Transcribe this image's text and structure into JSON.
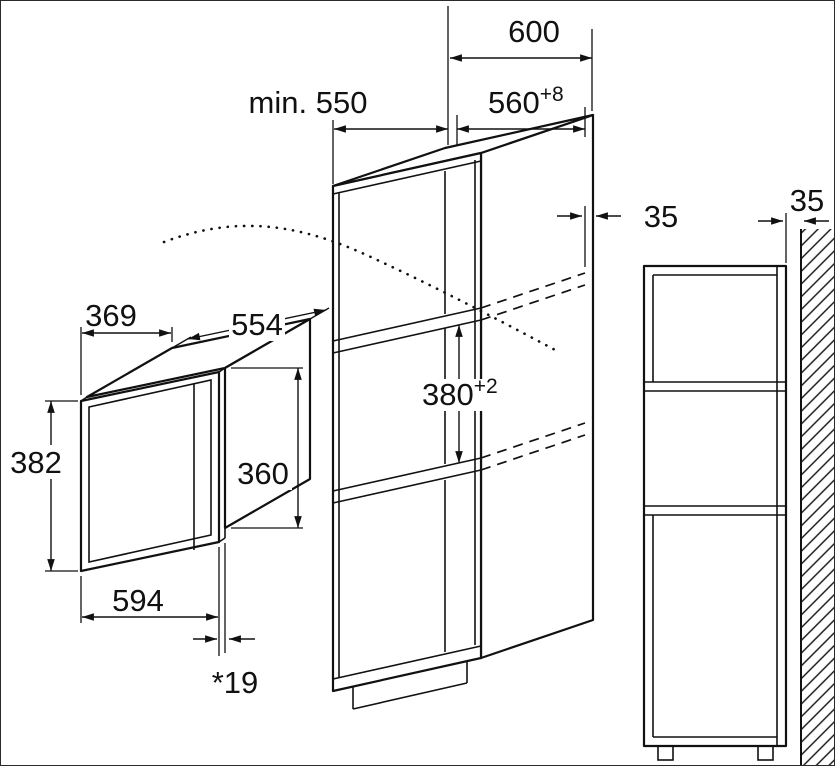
{
  "labels": {
    "cabinet_width_top": "600",
    "min_depth": "min. 550",
    "niche_width": "560",
    "niche_width_tol": "+8",
    "niche_height": "380",
    "niche_height_tol": "+2",
    "shelf_back_clearance": "35",
    "wall_clearance": "35",
    "mw_depth": "369",
    "mw_body_width": "554",
    "mw_front_height": "382",
    "mw_body_height": "360",
    "mw_front_width": "594",
    "mw_door_offset": "*19"
  },
  "colors": {
    "line": "#111111",
    "background": "#ffffff"
  }
}
